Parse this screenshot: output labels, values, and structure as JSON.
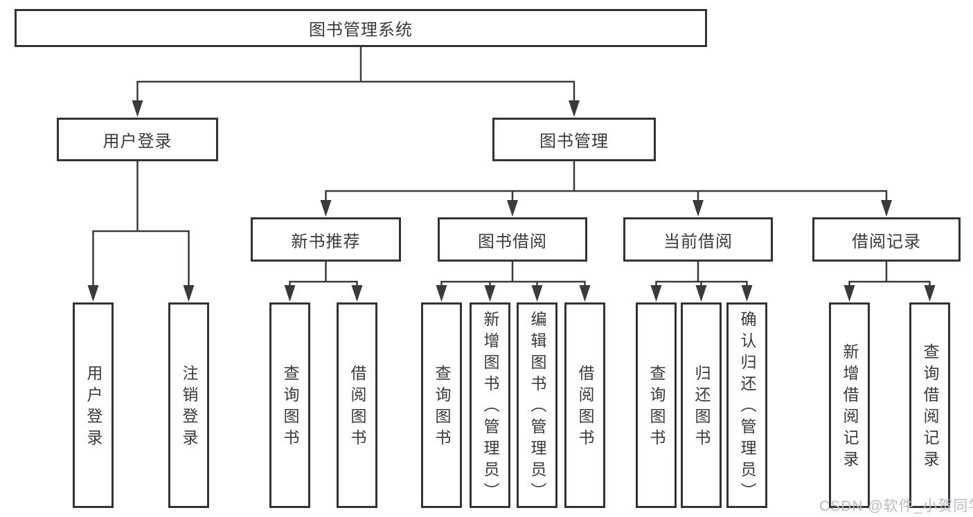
{
  "tree": {
    "label": "图书管理系统",
    "children": [
      {
        "label": "用户登录",
        "children": [
          {
            "label": "用户登录"
          },
          {
            "label": "注销登录"
          }
        ]
      },
      {
        "label": "图书管理",
        "children": [
          {
            "label": "新书推荐",
            "children": [
              {
                "label": "查询图书"
              },
              {
                "label": "借阅图书"
              }
            ]
          },
          {
            "label": "图书借阅",
            "children": [
              {
                "label": "查询图书"
              },
              {
                "label": "新增图书（管理员）"
              },
              {
                "label": "编辑图书（管理员）"
              },
              {
                "label": "借阅图书"
              }
            ]
          },
          {
            "label": "当前借阅",
            "children": [
              {
                "label": "查询图书"
              },
              {
                "label": "归还图书"
              },
              {
                "label": "确认归还（管理员）"
              }
            ]
          },
          {
            "label": "借阅记录",
            "children": [
              {
                "label": "新增借阅记录"
              },
              {
                "label": "查询借阅记录"
              }
            ]
          }
        ]
      }
    ]
  },
  "watermark": {
    "text": "CSDN @软件_小贺同学"
  },
  "colors": {
    "line": "#3a3a3a",
    "border": "#333333",
    "text": "#3a3a3a",
    "background": "#ffffff",
    "watermark": "#b9bac3"
  }
}
